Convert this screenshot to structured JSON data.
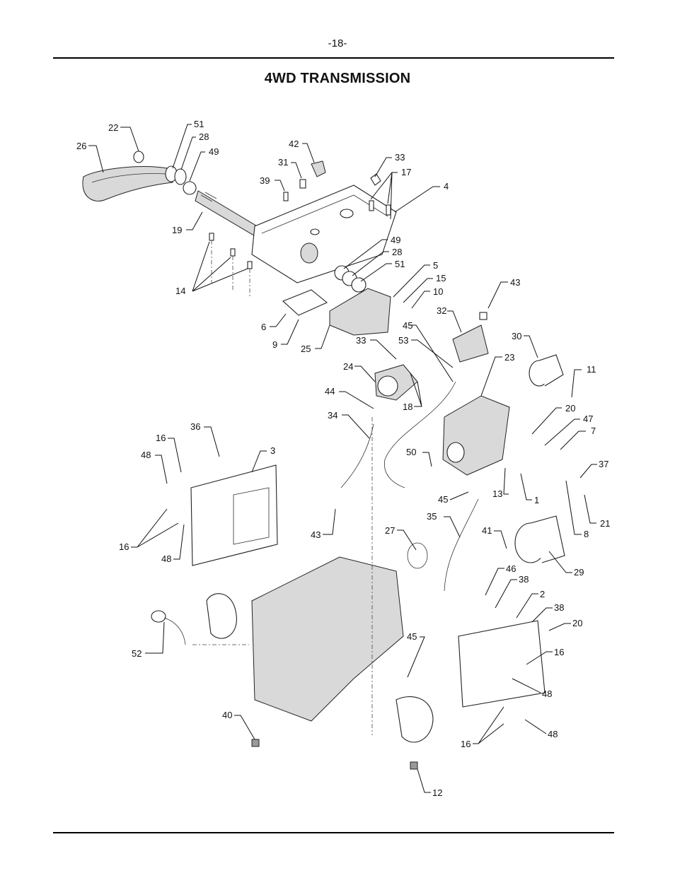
{
  "header": {
    "page_number": "-18-"
  },
  "title": "4WD TRANSMISSION",
  "callouts": [
    "1",
    "2",
    "3",
    "4",
    "5",
    "6",
    "7",
    "8",
    "9",
    "10",
    "11",
    "12",
    "13",
    "14",
    "15",
    "16",
    "17",
    "18",
    "19",
    "20",
    "21",
    "22",
    "23",
    "24",
    "25",
    "26",
    "27",
    "28",
    "29",
    "30",
    "31",
    "32",
    "33",
    "34",
    "35",
    "36",
    "37",
    "38",
    "39",
    "40",
    "41",
    "42",
    "43",
    "44",
    "45",
    "46",
    "47",
    "48",
    "49",
    "50",
    "51",
    "52",
    "53"
  ]
}
